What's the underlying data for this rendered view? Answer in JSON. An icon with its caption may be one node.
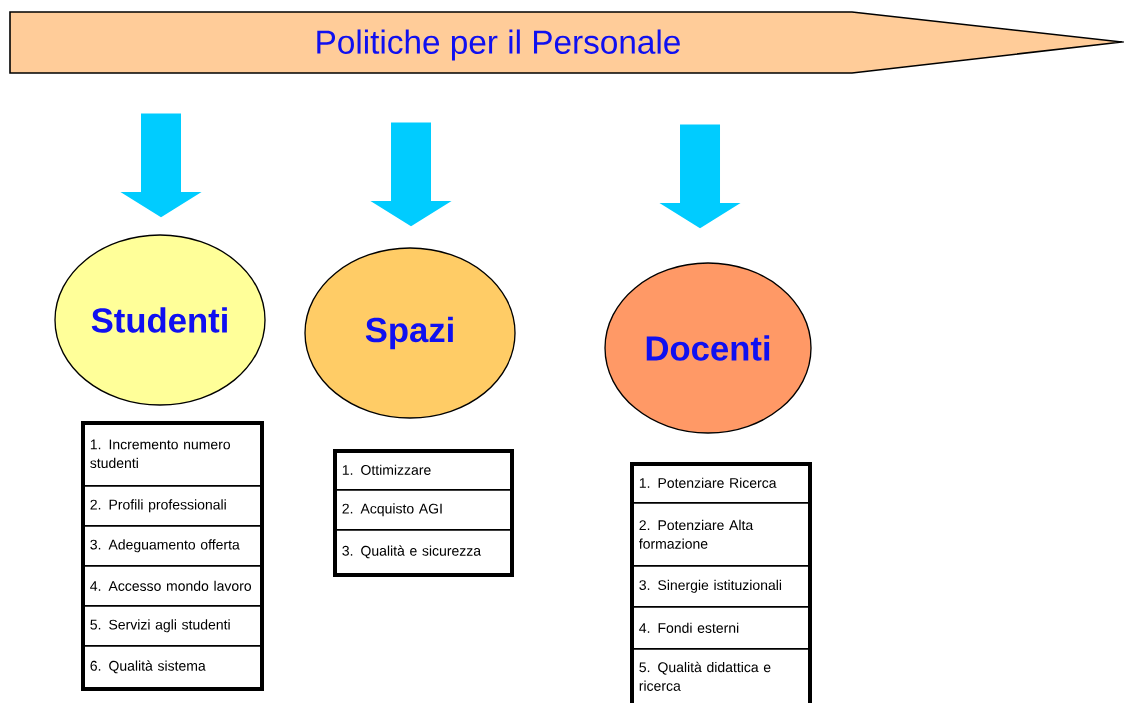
{
  "diagram": {
    "nodes": [
      {
        "text": [
          "Politiche per il Personale"
        ]
      },
      {
        "text": [
          "Studenti"
        ]
      },
      {
        "text": [
          "Spazi"
        ]
      },
      {
        "text": [
          "Docenti"
        ]
      },
      {
        "text": [
          "1. Incremento numero studenti",
          "2. Profili professionali",
          "3. Adeguamento offerta",
          "4. Accesso mondo lavoro",
          "5. Servizi agli studenti",
          "6. Qualità sistema"
        ]
      },
      {
        "text": [
          "1. Ottimizzare",
          "2. Acquisto AGI",
          "3. Qualità e sicurezza"
        ]
      },
      {
        "text": [
          "1. Potenziare Ricerca",
          "2. Potenziare Alta formazione",
          "3. Sinergie istituzionali",
          "4. Fondi esterni",
          "5. Qualità didattica e ricerca"
        ]
      }
    ],
    "edges": [
      {
        "from": 0,
        "to": 1,
        "arrow": "to"
      },
      {
        "from": 0,
        "to": 2,
        "arrow": "to"
      },
      {
        "from": 0,
        "to": 3,
        "arrow": "to"
      }
    ]
  }
}
